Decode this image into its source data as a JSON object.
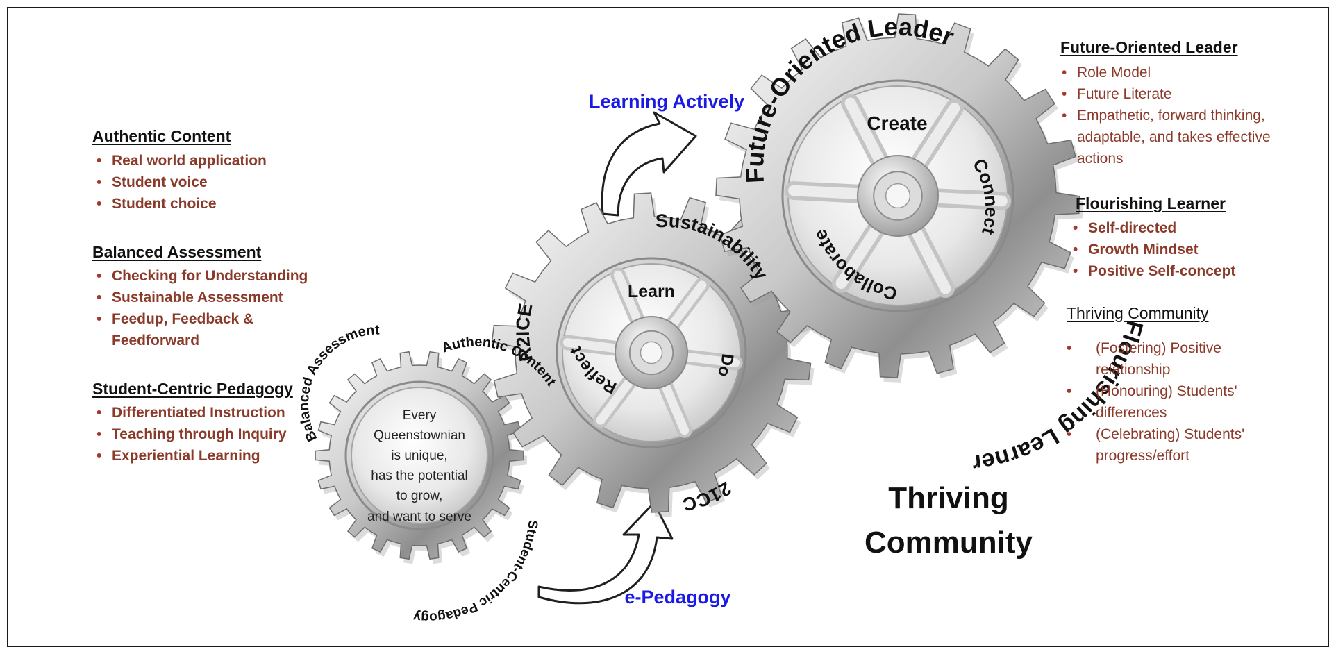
{
  "left": {
    "authentic": {
      "heading": "Authentic Content",
      "items": [
        "Real world application",
        "Student voice",
        "Student choice"
      ]
    },
    "balanced": {
      "heading": "Balanced Assessment",
      "items": [
        "Checking for Understanding",
        "Sustainable Assessment",
        "Feedup, Feedback &",
        "Feedforward"
      ]
    },
    "pedagogy": {
      "heading": "Student-Centric Pedagogy",
      "items": [
        "Differentiated Instruction",
        "Teaching through Inquiry",
        "Experiential Learning"
      ]
    }
  },
  "right": {
    "leader": {
      "heading": "Future-Oriented Leader",
      "items": [
        "Role Model",
        "Future Literate",
        "Empathetic, forward thinking, adaptable, and takes effective actions"
      ]
    },
    "learner": {
      "heading": "Flourishing Learner",
      "items": [
        "Self-directed",
        "Growth Mindset",
        "Positive Self-concept"
      ]
    },
    "community": {
      "heading": "Thriving Community",
      "items": [
        "(Fostering) Positive relationship",
        "(Honouring) Students' differences",
        "(Celebrating) Students' progress/effort"
      ]
    }
  },
  "small_gear": {
    "ring_top_left": "Balanced Assessment",
    "ring_top_right": "Authentic Content",
    "ring_bottom": "Student-Centric Pedagogy",
    "center_lines": [
      "Every",
      "Queenstownian",
      "is unique,",
      "has the potential",
      "to grow,",
      "and want to serve"
    ]
  },
  "middle_gear": {
    "ring_left": "R2ICE",
    "ring_top": "Sustainability",
    "ring_bottom": "21CC",
    "inner_top": "Learn",
    "inner_left": "Reflect",
    "inner_right": "Do"
  },
  "large_gear": {
    "ring_top": "Future-Oriented Leader",
    "ring_bottom": "Flourishing Learner",
    "inner_top": "Create",
    "inner_right": "Connect",
    "inner_left": "Collaborate"
  },
  "arrows": {
    "top_label": "Learning Actively",
    "bottom_label": "e-Pedagogy"
  },
  "title": {
    "line1": "Thriving",
    "line2": "Community"
  },
  "colors": {
    "bullet_text": "#8b3a2a",
    "arrow_label": "#1a1ae6",
    "gear_light": "#f2f2f2",
    "gear_dark": "#7a7a7a"
  }
}
